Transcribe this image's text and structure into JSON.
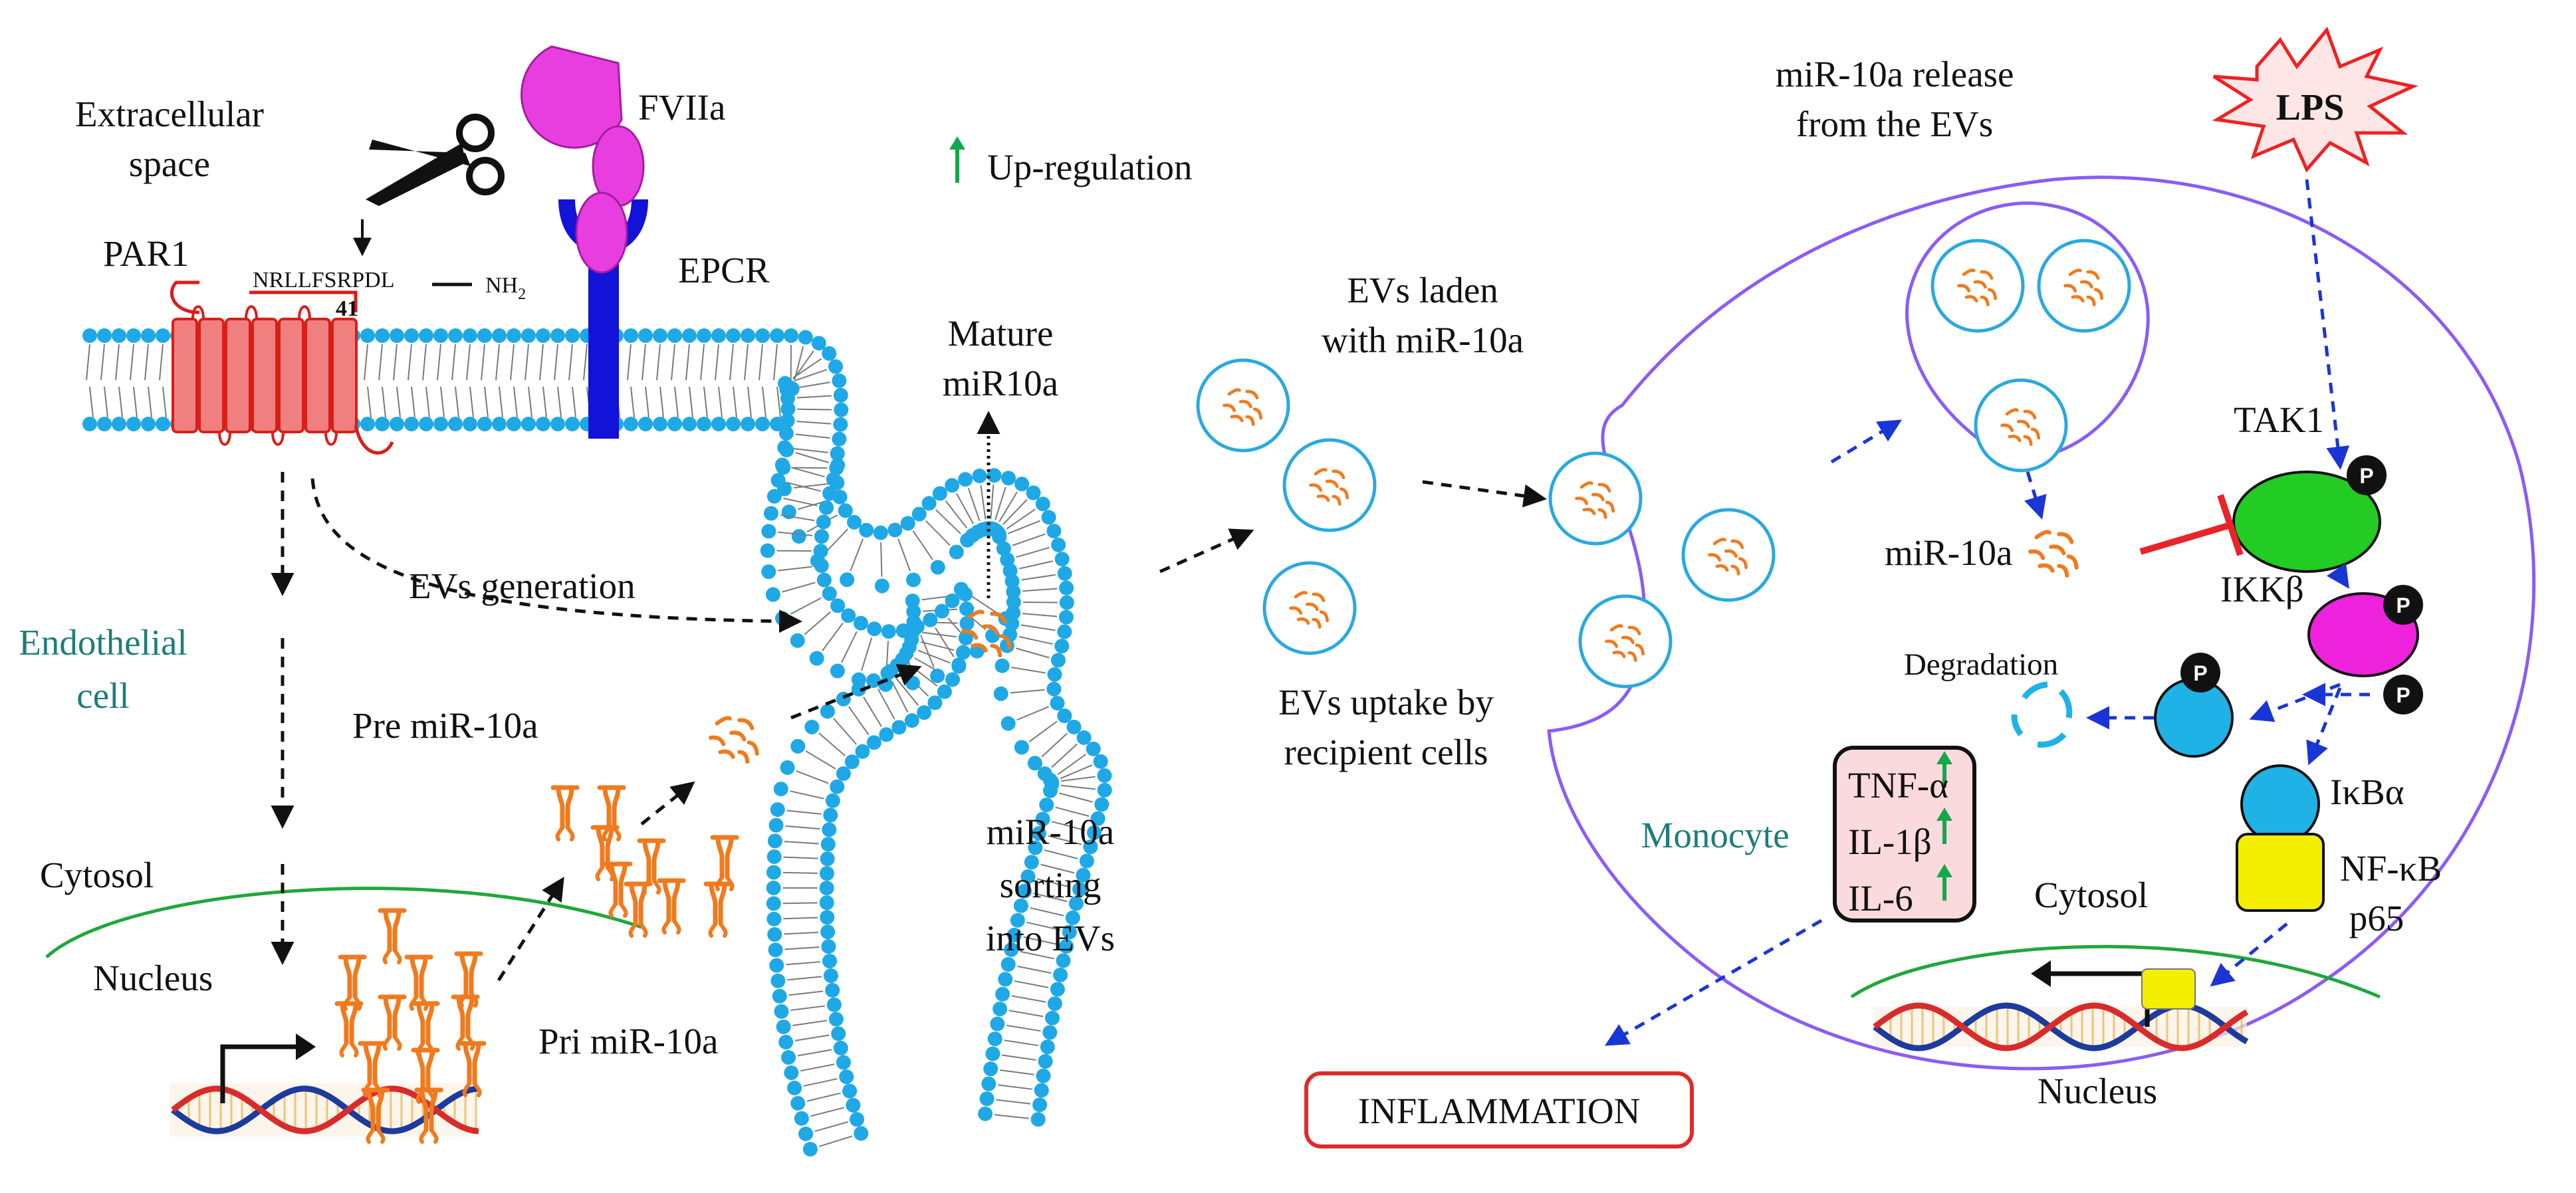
{
  "labels": {
    "extracellular_line1": "Extracellular",
    "extracellular_line2": "space",
    "fviia": "FVIIa",
    "up_regulation": "Up-regulation",
    "release_line1": "miR-10a release",
    "release_line2": "from the EVs",
    "lps": "LPS",
    "par1": "PAR1",
    "sequence": "NRLLFSRPDL",
    "nh2": "NH",
    "nh2_sub": "2",
    "residue": "41",
    "epcr": "EPCR",
    "evs_laden_line1": "EVs laden",
    "evs_laden_line2": "with miR-10a",
    "mature_line1": "Mature",
    "mature_line2": "miR10a",
    "tak1": "TAK1",
    "mir10a_mono": "miR-10a",
    "ikkb": "IKKβ",
    "evs_generation": "EVs generation",
    "endothelial_line1": "Endothelial",
    "endothelial_line2": "cell",
    "degradation": "Degradation",
    "uptake_line1": "EVs uptake by",
    "uptake_line2": "recipient cells",
    "pre_mir": "Pre miR-10a",
    "ikba": "IκBα",
    "tnf": "TNF-α",
    "il1b": "IL-1β",
    "il6": "IL-6",
    "monocyte": "Monocyte",
    "sorting_line1": "miR-10a",
    "sorting_line2": "sorting",
    "sorting_line3": "into EVs",
    "cytosol_left": "Cytosol",
    "cytosol_right": "Cytosol",
    "nfkb_line1": "NF-κB",
    "nfkb_line2": "p65",
    "nucleus_left": "Nucleus",
    "pri_mir": "Pri miR-10a",
    "inflammation": "INFLAMMATION",
    "nucleus_right": "Nucleus",
    "phospho": "P"
  },
  "colors": {
    "membrane_head": "#1fa8e6",
    "membrane_tail": "#7a7a7a",
    "par1": "#f08080",
    "par1_stroke": "#d91e18",
    "fviia": "#e83ee0",
    "epcr": "#1212d8",
    "mirna": "#f07a1e",
    "ev_ring": "#29a9e0",
    "monocyte_border": "#8b5cf6",
    "tak1": "#22cc22",
    "ikkb": "#ee22dd",
    "ikba": "#1fb2e6",
    "nfkb": "#f4ee00",
    "inhibit": "#e8242a",
    "up_arrow": "#13a84b",
    "blue_arrow": "#1a35d6",
    "nucleus_line": "#1fa83a",
    "lps_fill": "#ffe6e6",
    "lps_stroke": "#ee2222",
    "cytokine_fill": "#fadadd",
    "inflammation_stroke": "#e02a2a",
    "teal_text": "#1d7d7a"
  },
  "icons": [
    "scissors-icon",
    "up-arrow-icon",
    "transcription-arrow-icon",
    "dna-helix-icon",
    "phospho-icon"
  ]
}
